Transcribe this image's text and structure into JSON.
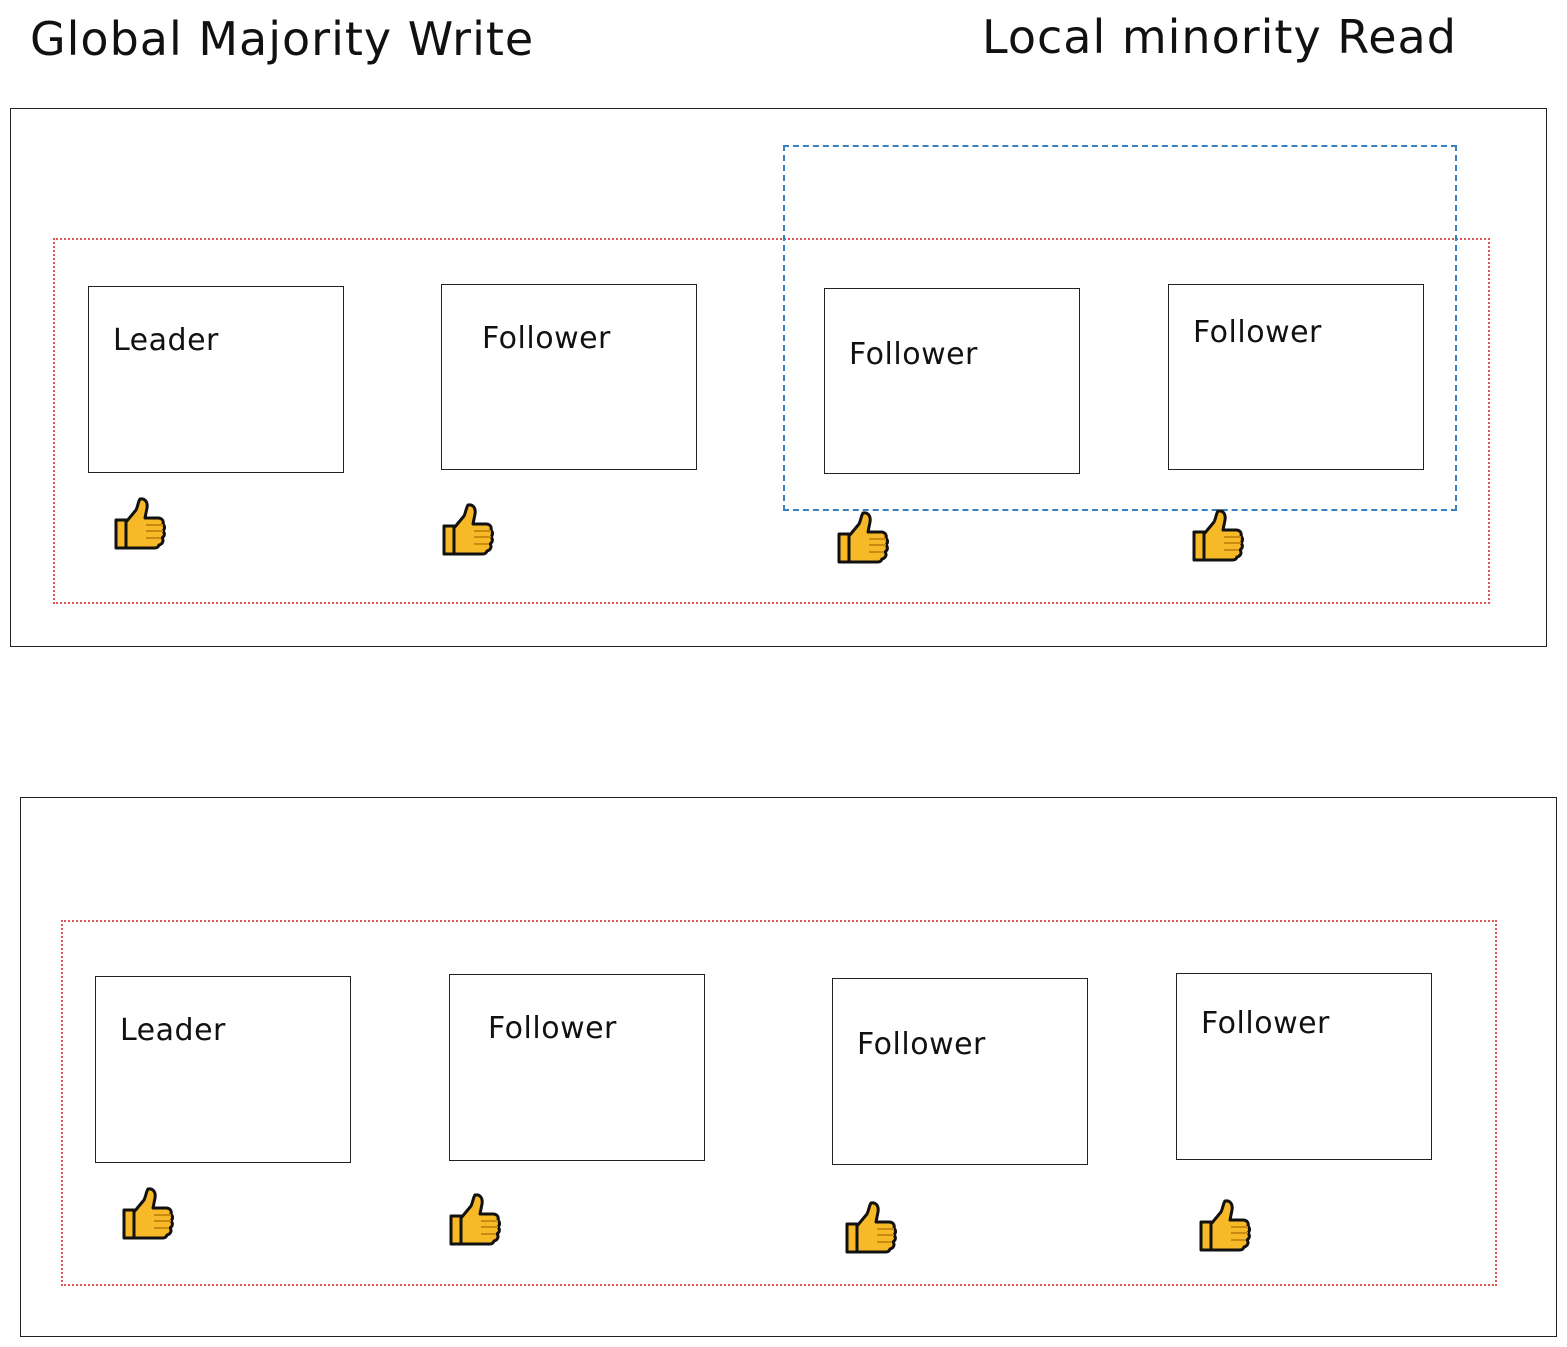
{
  "titles": {
    "left": "Global Majority Write",
    "right": "Local minority Read"
  },
  "clusters": [
    {
      "nodes": [
        {
          "label": "Leader",
          "vote": "thumbs-up-icon"
        },
        {
          "label": "Follower",
          "vote": "thumbs-up-icon"
        },
        {
          "label": "Follower",
          "vote": "thumbs-up-icon"
        },
        {
          "label": "Follower",
          "vote": "thumbs-up-icon"
        }
      ]
    },
    {
      "nodes": [
        {
          "label": "Leader",
          "vote": "thumbs-up-icon"
        },
        {
          "label": "Follower",
          "vote": "thumbs-up-icon"
        },
        {
          "label": "Follower",
          "vote": "thumbs-up-icon"
        },
        {
          "label": "Follower",
          "vote": "thumbs-up-icon"
        }
      ]
    }
  ],
  "colors": {
    "majority_quorum": "#e05555",
    "local_read_group": "#3a7fc1",
    "thumb_fill": "#f7b928",
    "thumb_stroke": "#111111"
  }
}
